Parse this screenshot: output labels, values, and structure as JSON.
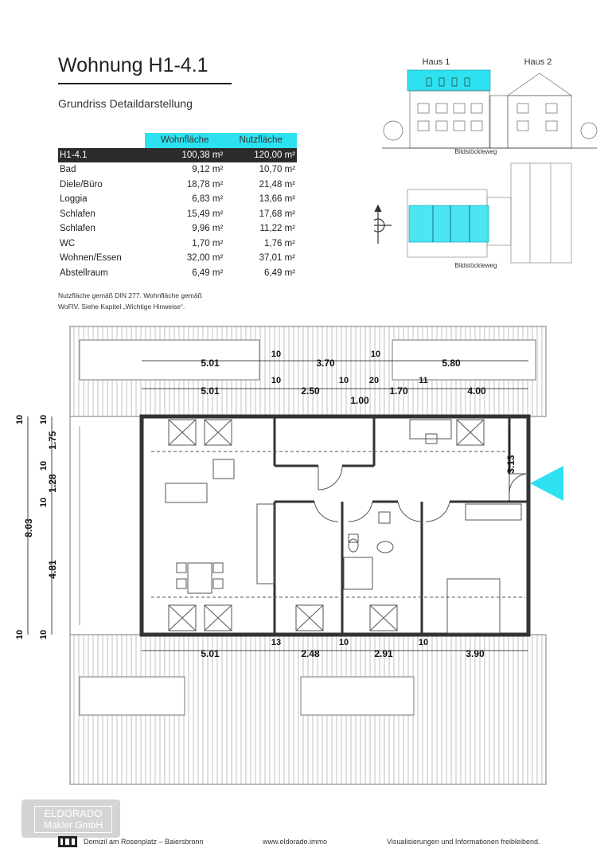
{
  "header": {
    "title": "Wohnung H1-4.1",
    "subtitle": "Grundriss Detaildarstellung"
  },
  "area_table": {
    "col_wohnflaeche": "Wohnfläche",
    "col_nutzflaeche": "Nutzfläche",
    "total": {
      "name": "H1-4.1",
      "wohn": "100,38 m²",
      "nutz": "120,00 m²"
    },
    "rows": [
      {
        "name": "Bad",
        "wohn": "9,12 m²",
        "nutz": "10,70 m²"
      },
      {
        "name": "Diele/Büro",
        "wohn": "18,78 m²",
        "nutz": "21,48 m²"
      },
      {
        "name": "Loggia",
        "wohn": "6,83 m²",
        "nutz": "13,66 m²"
      },
      {
        "name": "Schlafen",
        "wohn": "15,49 m²",
        "nutz": "17,68 m²"
      },
      {
        "name": "Schlafen",
        "wohn": "9,96 m²",
        "nutz": "11,22 m²"
      },
      {
        "name": "WC",
        "wohn": "1,70 m²",
        "nutz": "1,76 m²"
      },
      {
        "name": "Wohnen/Essen",
        "wohn": "32,00 m²",
        "nutz": "37,01 m²"
      },
      {
        "name": "Abstellraum",
        "wohn": "6,49 m²",
        "nutz": "6,49 m²"
      }
    ]
  },
  "note": {
    "line1": "Nutzfläche gemäß DIN 277. Wohnfläche gemäß",
    "line2": "WoFlV. Siehe Kapitel „Wichtige Hinweise“."
  },
  "keyplan": {
    "haus1": "Haus 1",
    "haus2": "Haus 2",
    "street1": "Bildstöckleweg",
    "street2": "Bildstöckleweg",
    "north": "N",
    "highlight_color": "#2de1f0"
  },
  "dimensions": {
    "top_row1": [
      "5.01",
      "10",
      "3.70",
      "10",
      "5.80"
    ],
    "top_row2": [
      "5.01",
      "10",
      "2.50",
      "10",
      "20",
      "1.70",
      "11",
      "4.00"
    ],
    "top_row2_sub": "1.00",
    "left_outer": [
      "10",
      "8.03",
      "10"
    ],
    "left_inner": [
      "10",
      "1.75",
      "10",
      "1.28",
      "10",
      "4.81",
      "10"
    ],
    "right_inner": "3.13",
    "bottom_row": [
      "5.01",
      "13",
      "2.48",
      "10",
      "2.91",
      "10",
      "3.90"
    ]
  },
  "entrance_color": "#2de1f0",
  "logo": {
    "line1": "ELDORADO",
    "line2": "Makler GmbH"
  },
  "footer": {
    "project": "Domizil am Rosenplatz – Baiersbronn",
    "website": "www.eldorado.immo",
    "disclaimer": "Visualisierungen und Informationen freibleibend."
  }
}
